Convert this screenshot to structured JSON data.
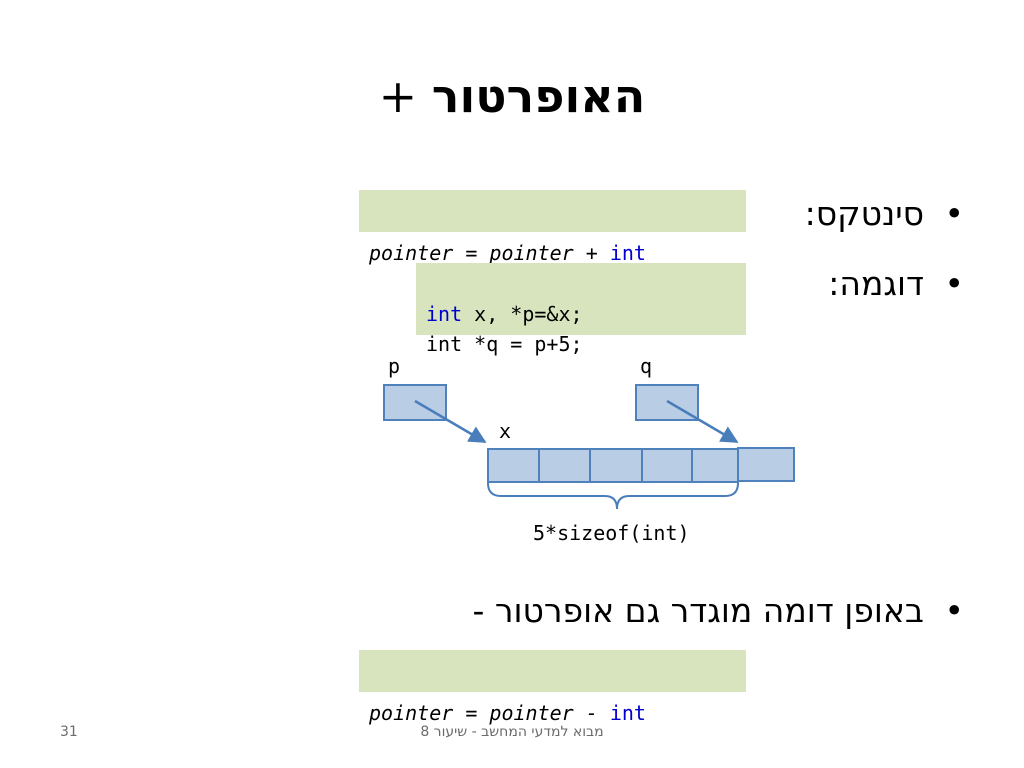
{
  "title": {
    "text": "האופרטור",
    "plus": "+"
  },
  "bullets": {
    "syntax": "סינטקס:",
    "example": "דוגמה:",
    "similarly": "באופן דומה מוגדר גם אופרטור -"
  },
  "code": {
    "syntax_plus": {
      "italic_part": "pointer = pointer + ",
      "keyword": "int"
    },
    "example_line1": {
      "keyword": "int",
      "rest": " x, *p=&x;"
    },
    "example_line2": "int *q = p+5;",
    "syntax_minus": {
      "italic_part": "pointer = pointer - ",
      "keyword": "int"
    }
  },
  "diagram": {
    "label_p": "p",
    "label_q": "q",
    "label_x": "x",
    "brace_label": "5*sizeof(int)"
  },
  "footer": {
    "course": "מבוא למדעי המחשב - שיעור 8",
    "page_number": "31"
  },
  "colors": {
    "code_background": "#d7e4bd",
    "keyword": "#0000cc",
    "cell_fill": "#b9cde5",
    "cell_stroke": "#4f81bd",
    "arrow": "#4a7ebb"
  }
}
